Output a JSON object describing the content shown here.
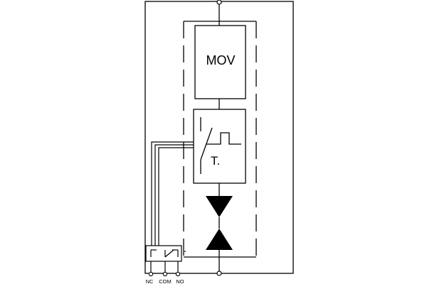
{
  "diagram": {
    "mov_label": "MOV",
    "thermal_label": "T.",
    "terminals": {
      "nc": "NC",
      "com": "COM",
      "no": "NO"
    }
  },
  "colors": {
    "line": "#000000",
    "background": "#ffffff"
  }
}
